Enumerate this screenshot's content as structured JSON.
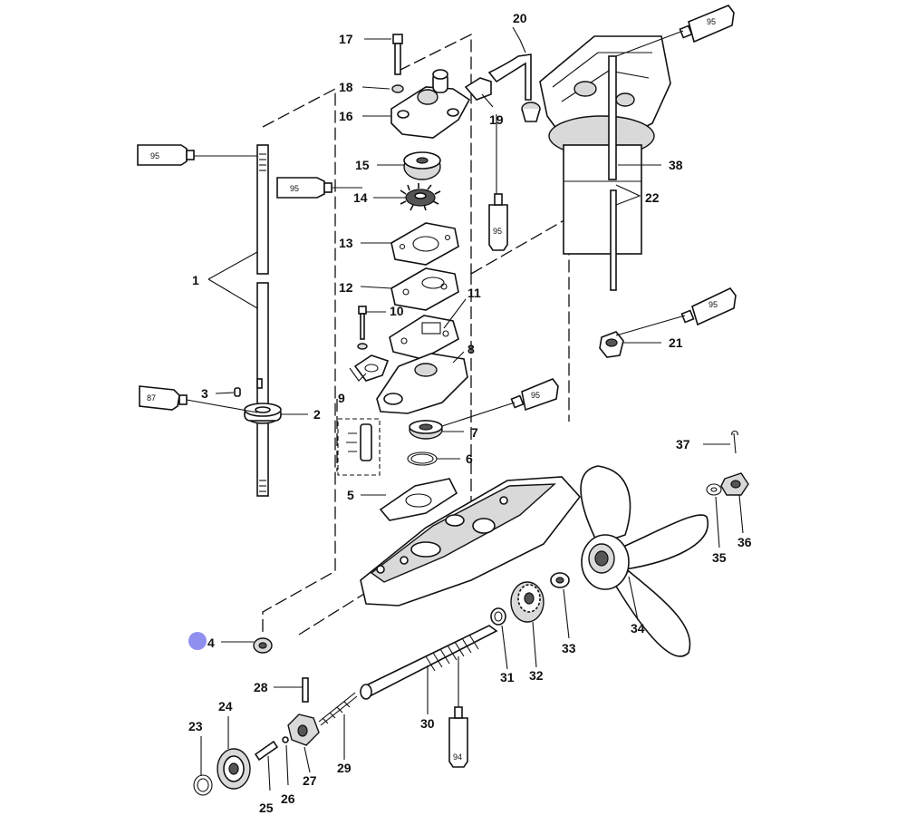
{
  "callouts": {
    "p1": "1",
    "p2": "2",
    "p3": "3",
    "p4": "4",
    "p5": "5",
    "p6": "6",
    "p7": "7",
    "p8": "8",
    "p9": "9",
    "p10": "10",
    "p11": "11",
    "p12": "12",
    "p13": "13",
    "p14": "14",
    "p15": "15",
    "p16": "16",
    "p17": "17",
    "p18": "18",
    "p19": "19",
    "p20": "20",
    "p21": "21",
    "p22": "22",
    "p23": "23",
    "p24": "24",
    "p25": "25",
    "p26": "26",
    "p27": "27",
    "p28": "28",
    "p29": "29",
    "p30": "30",
    "p31": "31",
    "p32": "32",
    "p33": "33",
    "p34": "34",
    "p35": "35",
    "p36": "36",
    "p37": "37",
    "p38": "38"
  },
  "tubes": {
    "t95_a": "95",
    "t95_b": "95",
    "t95_c": "95",
    "t95_d": "95",
    "t95_e": "95",
    "t95_f": "95",
    "t87": "87",
    "t94": "94"
  },
  "colors": {
    "line": "#111111",
    "marker": "#8f8ff0",
    "shade": "#d9d9d9"
  }
}
